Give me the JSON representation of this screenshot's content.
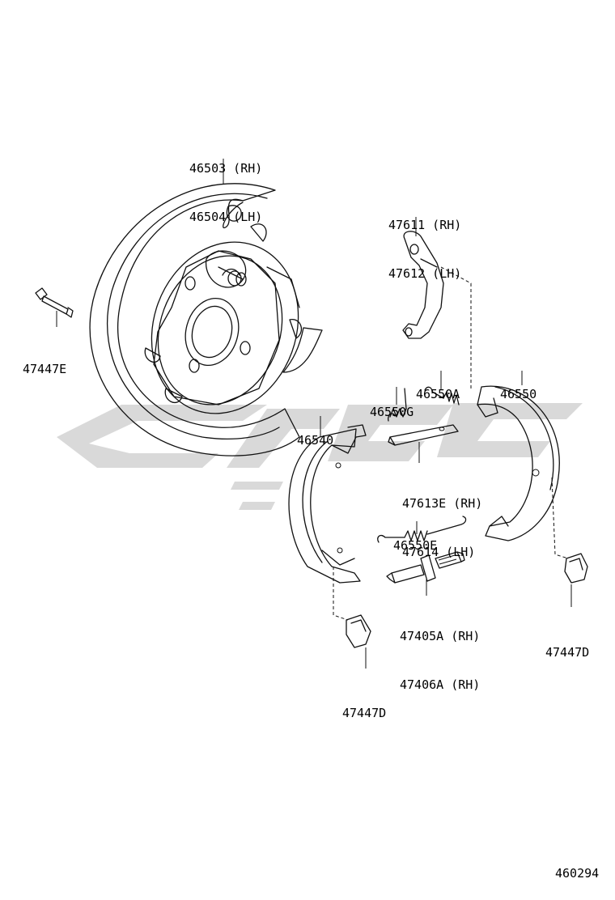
{
  "diagram": {
    "parts": [
      {
        "id": "backing_plate",
        "lines": [
          "46503 (RH)",
          "46504 (LH)"
        ]
      },
      {
        "id": "bolt",
        "lines": [
          "47447E"
        ]
      },
      {
        "id": "bellcrank",
        "lines": [
          "47611 (RH)",
          "47612 (LH)"
        ]
      },
      {
        "id": "spring_a",
        "lines": [
          "46550A"
        ]
      },
      {
        "id": "spring_g",
        "lines": [
          "46550G"
        ]
      },
      {
        "id": "shoe_right",
        "lines": [
          "46550"
        ]
      },
      {
        "id": "shoe_left",
        "lines": [
          "46540"
        ]
      },
      {
        "id": "strut",
        "lines": [
          "47613E (RH)",
          "47614 (LH)"
        ]
      },
      {
        "id": "spring_e",
        "lines": [
          "46550E"
        ]
      },
      {
        "id": "adjuster",
        "lines": [
          "47405A (RH)",
          "47406A (RH)"
        ]
      },
      {
        "id": "clip_right",
        "lines": [
          "47447D"
        ]
      },
      {
        "id": "clip_left",
        "lines": [
          "47447D"
        ]
      }
    ],
    "figure_number": "460294"
  },
  "watermark": {
    "color": "#d9d9d9"
  }
}
